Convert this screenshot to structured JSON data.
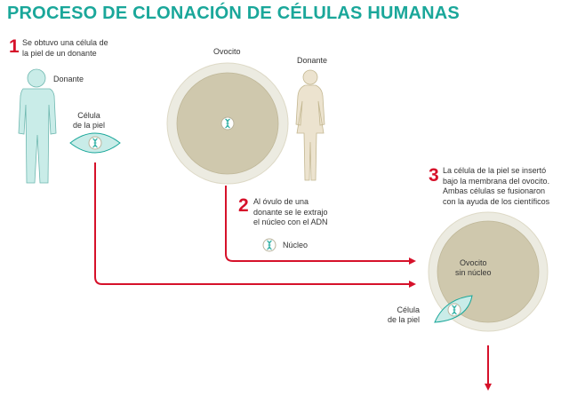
{
  "title": "PROCESO DE CLONACIÓN DE CÉLULAS HUMANAS",
  "colors": {
    "title": "#1aa79a",
    "step_number": "#d6112a",
    "arrow": "#d6112a",
    "donor_male": "#c9ece8",
    "donor_female": "#ece3cf",
    "cell_outer": "#ecebe1",
    "cell_inner": "#cfc8ad",
    "skin_cell": "#c9ece8"
  },
  "steps": [
    {
      "number": "1",
      "text": "Se obtuvo una célula de\nla piel de un donante"
    },
    {
      "number": "2",
      "text": "Al óvulo de una\ndonante se le extrajo\nel núcleo con el ADN"
    },
    {
      "number": "3",
      "text": "La célula de la piel se insertó\nbajo la membrana del ovocito.\nAmbas células se fusionaron\ncon la ayuda de los científicos"
    }
  ],
  "labels": {
    "donor_male": "Donante",
    "skin_cell_1": "Célula\nde la piel",
    "ovocyte": "Ovocito",
    "donor_female": "Donante",
    "nucleus": "Núcleo",
    "ovocyte_no_nucleus": "Ovocito\nsin núcleo",
    "skin_cell_2": "Célula\nde la piel"
  },
  "icons": [
    "male-silhouette-icon",
    "female-silhouette-icon",
    "dna-nucleus-icon",
    "skin-cell-icon",
    "arrow-icon"
  ]
}
